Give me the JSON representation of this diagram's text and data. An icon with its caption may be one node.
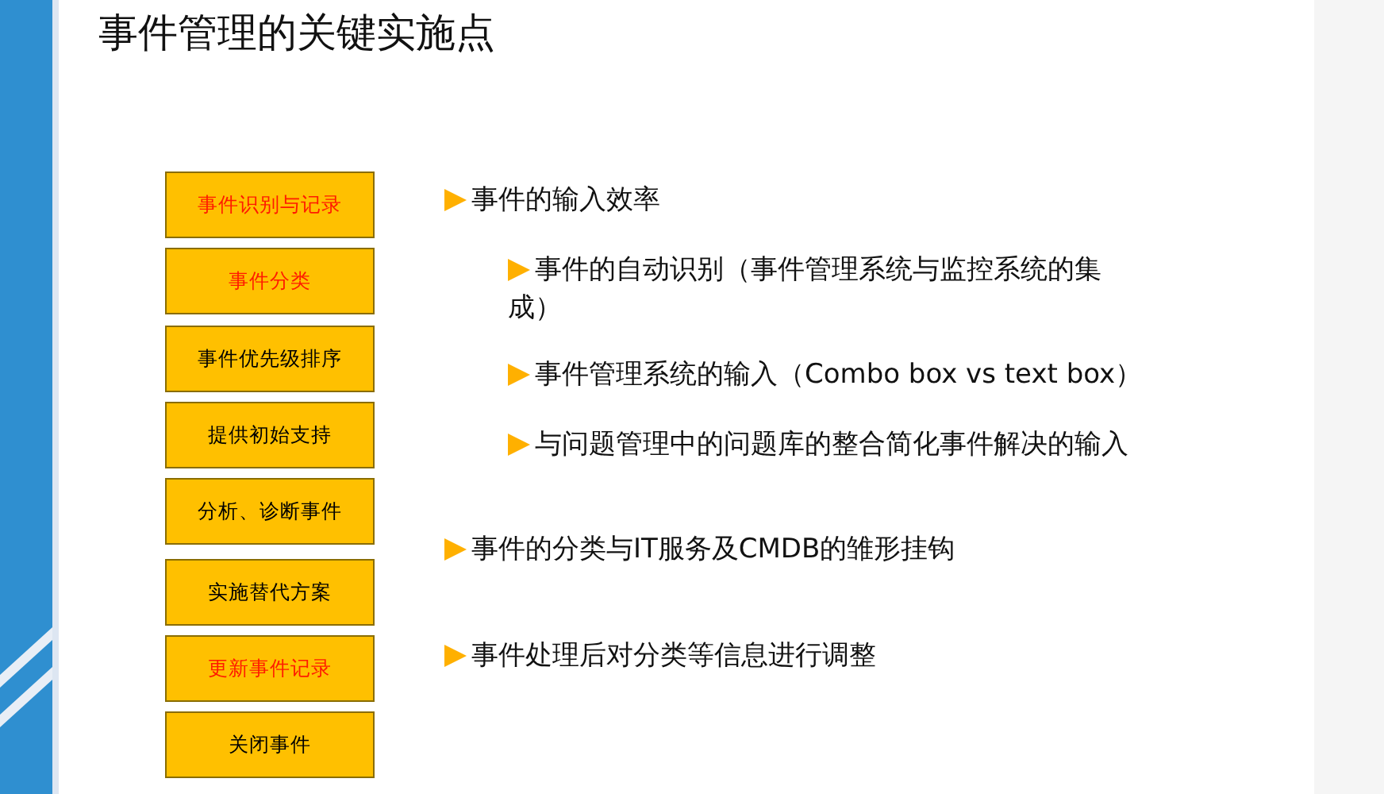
{
  "diagram": {
    "title": "事件管理的关键实施点",
    "nodes": [
      {
        "text": [
          "事件识别与记录"
        ]
      },
      {
        "text": [
          "事件分类"
        ]
      },
      {
        "text": [
          "事件优先级排序"
        ]
      },
      {
        "text": [
          "提供初始支持"
        ]
      },
      {
        "text": [
          "分析、诊断事件"
        ]
      },
      {
        "text": [
          "实施替代方案"
        ]
      },
      {
        "text": [
          "更新事件记录"
        ]
      },
      {
        "text": [
          "关闭事件"
        ]
      }
    ],
    "labels": [
      "事件的输入效率",
      "事件的自动识别（事件管理系统与监控系统的集成）",
      "事件管理系统的输入（Combo box vs text box）",
      "与问题管理中的问题库的整合简化事件解决的输入",
      "事件的分类与IT服务及CMDB的雏形挂钩",
      "事件处理后对分类等信息进行调整"
    ]
  }
}
